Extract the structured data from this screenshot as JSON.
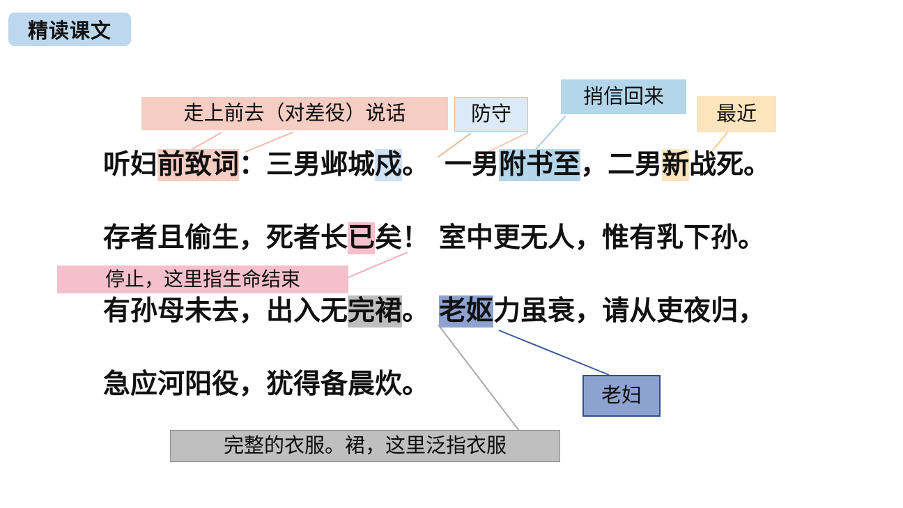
{
  "slide": {
    "background_color": "#ffffff",
    "title": "精读课文"
  },
  "colors": {
    "title_badge_bg": "#bdd7ee",
    "pink": "#f6cdc3",
    "light_blue": "#dce9f6",
    "blue": "#b4d6ea",
    "cream": "#fce4bd",
    "rose": "#f6bfcc",
    "gray": "#bfbfbf",
    "periwinkle": "#8ea2d0",
    "periwinkle_border": "#2f4f8f",
    "text": "#111111"
  },
  "notes": [
    {
      "id": "note-walk-forward",
      "text": "走上前去（对差役）说话",
      "style": "pink"
    },
    {
      "id": "note-defend",
      "text": "防守",
      "style": "lightblue"
    },
    {
      "id": "note-send-letter",
      "text": "捎信回来",
      "style": "blue"
    },
    {
      "id": "note-recently",
      "text": "最近",
      "style": "cream"
    },
    {
      "id": "note-stop-death",
      "text": "停止，这里指生命结束",
      "style": "rose"
    },
    {
      "id": "note-old-woman",
      "text": "老妇",
      "style": "periwinkle"
    },
    {
      "id": "note-whole-clothes",
      "text": "完整的衣服。裙，这里泛指衣服",
      "style": "gray"
    }
  ],
  "poem": {
    "line1": {
      "a": "听妇",
      "b_hl": "前致词",
      "c": "：三男邺城",
      "d_hl": "戍",
      "e": "。",
      "f": "一男",
      "g_hl": "附书至",
      "h": "，二男",
      "i_hl": "新",
      "j": "战死。"
    },
    "line2": {
      "a": "存者且偷生，死者长",
      "b_hl": "已",
      "c": "矣！",
      "d": "室中更无人，惟有乳下孙。"
    },
    "line3": {
      "a": "有孙母未去，出入无",
      "b_hl": "完裙",
      "c": "。",
      "d_hl": "老妪",
      "e": "力虽衰，请从吏夜归，"
    },
    "line4": {
      "a": "急应河阳役，犹得备晨炊。"
    }
  },
  "connectors": [
    {
      "id": "connector-walk-forward",
      "color": "#f2b9ab",
      "from": "note-walk-forward",
      "to": "前致词"
    },
    {
      "id": "connector-defend",
      "color": "#e3bb9a",
      "from": "note-defend",
      "to": "戍"
    },
    {
      "id": "connector-send-letter",
      "color": "#a9c9e6",
      "from": "note-send-letter",
      "to": "附书至"
    },
    {
      "id": "connector-recently",
      "color": "#f3cd92",
      "from": "note-recently",
      "to": "新"
    },
    {
      "id": "connector-stop-death",
      "color": "#f0afbe",
      "from": "note-stop-death",
      "to": "已"
    },
    {
      "id": "connector-old-woman",
      "color": "#3a5a9b",
      "from": "老妪",
      "to": "note-old-woman"
    },
    {
      "id": "connector-whole-clothes",
      "color": "#aaaaaa",
      "from": "裙",
      "to": "note-whole-clothes"
    }
  ]
}
